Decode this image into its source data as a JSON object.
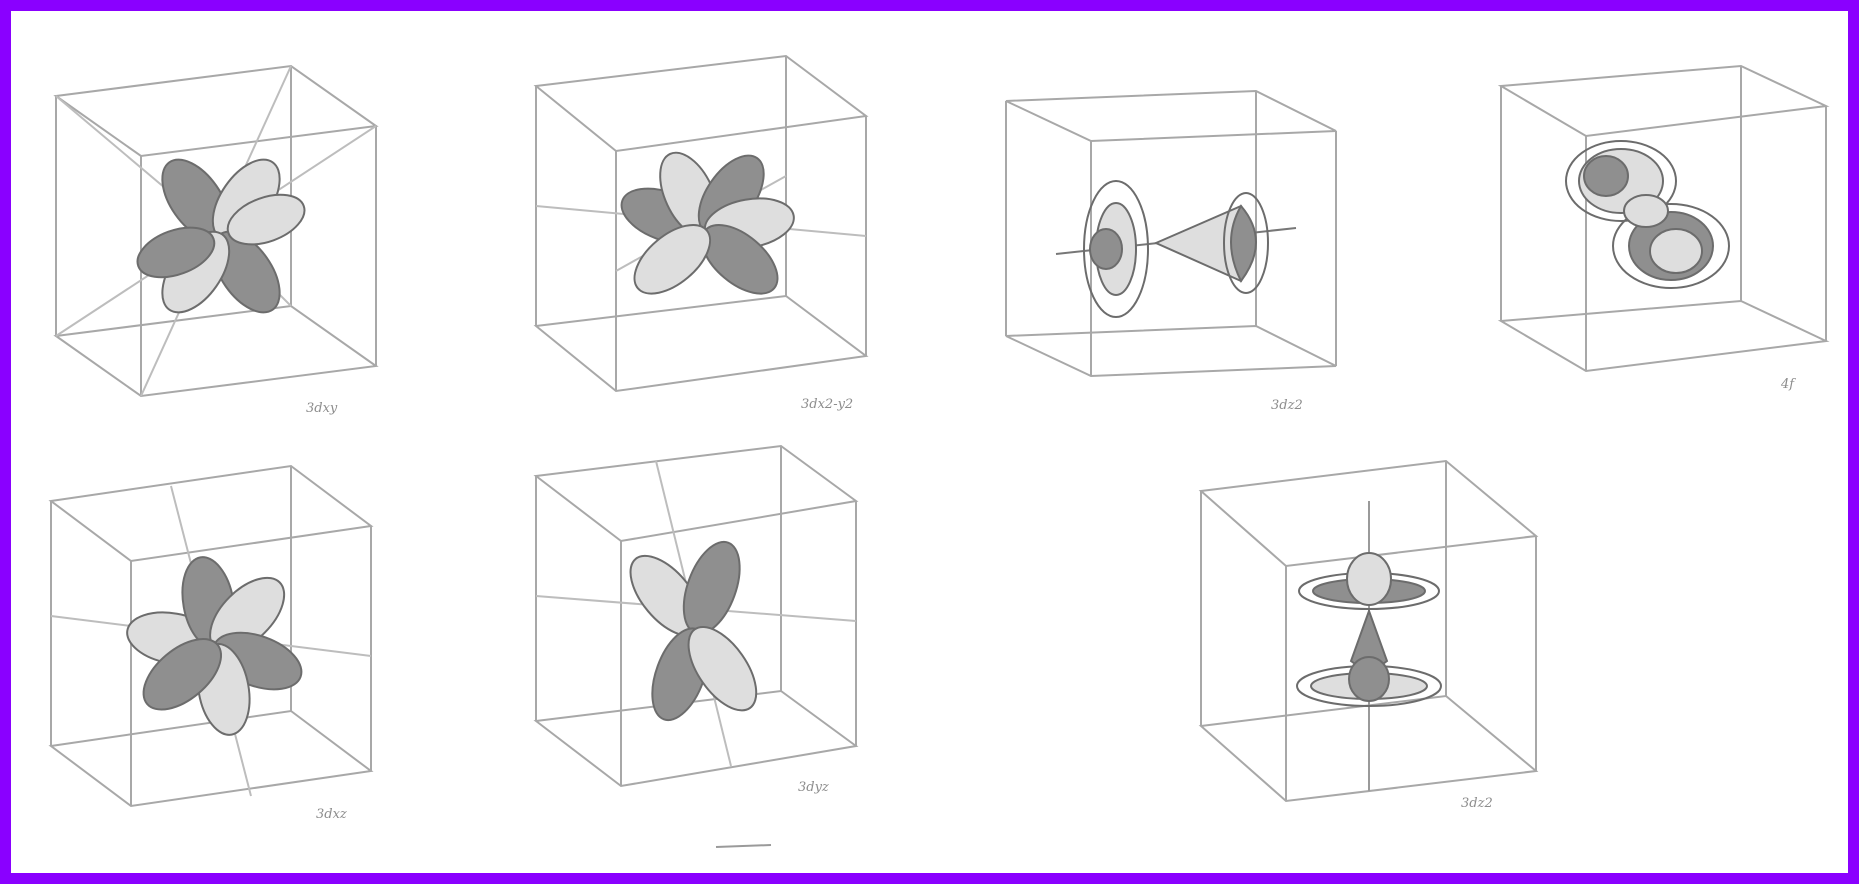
{
  "frame_color": "#8a00ff",
  "orbitals": [
    {
      "id": "dxy",
      "shape": "clover",
      "caption": "3dxy",
      "lobes": [
        "dark",
        "light",
        "dark",
        "light"
      ]
    },
    {
      "id": "dx2-y2",
      "shape": "clover-axial",
      "caption": "3dx2-y2",
      "lobes": [
        "light",
        "dark",
        "light",
        "dark"
      ]
    },
    {
      "id": "dz2-x",
      "shape": "dz2-horizontal",
      "caption": "3dz2",
      "lobes": [
        "dark",
        "light"
      ]
    },
    {
      "id": "f-ring",
      "shape": "rings",
      "caption": "4f",
      "lobes": [
        "dark",
        "light"
      ]
    },
    {
      "id": "dxz",
      "shape": "clover",
      "caption": "3dxz",
      "lobes": [
        "light",
        "dark",
        "light",
        "dark"
      ]
    },
    {
      "id": "dyz",
      "shape": "clover-tilted",
      "caption": "3dyz",
      "lobes": [
        "dark",
        "light",
        "dark",
        "light"
      ]
    },
    {
      "id": "dz2",
      "shape": "dz2-vertical",
      "caption": "3dz2",
      "lobes": [
        "light",
        "dark"
      ]
    }
  ],
  "colors": {
    "dark_lobe": "#8f8f8f",
    "light_lobe": "#dedede",
    "edge": "#9a9a9a"
  }
}
